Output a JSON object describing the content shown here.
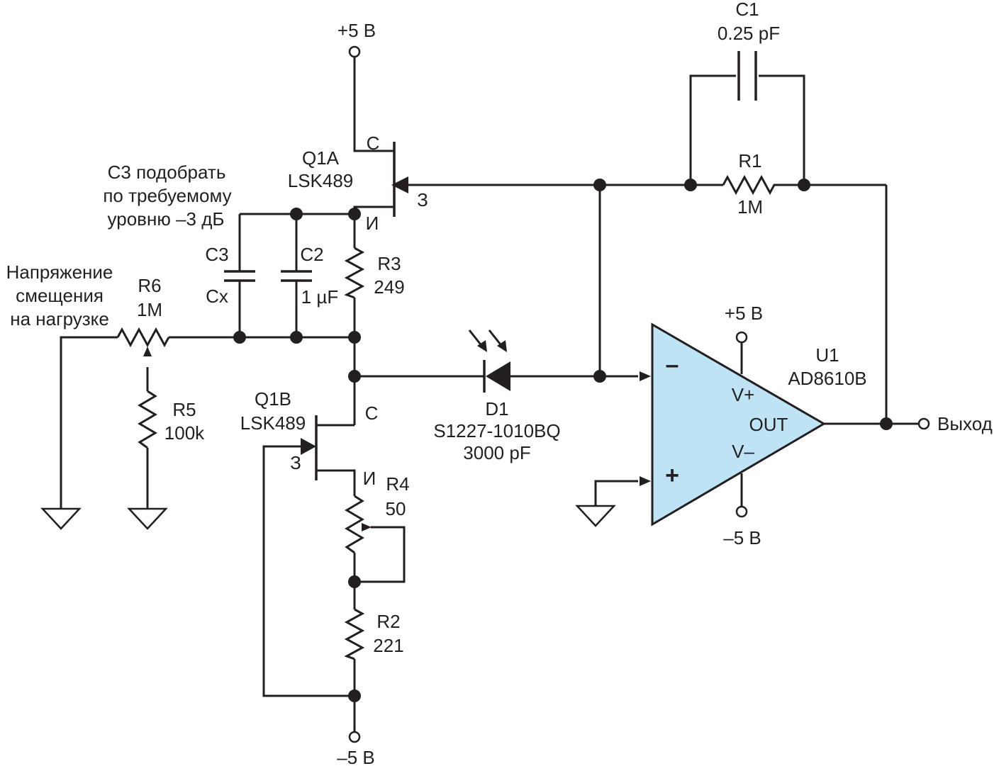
{
  "power": {
    "q1a_supply": "+5 В",
    "q1b_supply": "–5 В",
    "opamp_vpos": "+5 В",
    "opamp_vneg": "–5 В"
  },
  "components": {
    "c1": {
      "name": "C1",
      "value": "0.25 pF"
    },
    "r1": {
      "name": "R1",
      "value": "1M"
    },
    "q1a": {
      "name": "Q1A",
      "part": "LSK489",
      "pin_c": "C",
      "pin_g": "З",
      "pin_s": "И"
    },
    "q1b": {
      "name": "Q1B",
      "part": "LSK489",
      "pin_c": "C",
      "pin_g": "З",
      "pin_s": "И"
    },
    "c3": {
      "name": "C3",
      "value": "Cx"
    },
    "c2": {
      "name": "C2",
      "value": "1 µF"
    },
    "r3": {
      "name": "R3",
      "value": "249"
    },
    "r6": {
      "name": "R6",
      "value": "1M"
    },
    "r5": {
      "name": "R5",
      "value": "100k"
    },
    "r4": {
      "name": "R4",
      "value": "50"
    },
    "r2": {
      "name": "R2",
      "value": "221"
    },
    "d1": {
      "name": "D1",
      "part": "S1227-1010BQ",
      "capacitance": "3000 pF"
    },
    "u1": {
      "name": "U1",
      "part": "AD8610B",
      "pin_vpos": "V+",
      "pin_out": "OUT",
      "pin_vneg": "V–",
      "inv": "–",
      "noninv": "+"
    }
  },
  "notes": {
    "c3_line1": "С3 подобрать",
    "c3_line2": "по требуемому",
    "c3_line3": "уровню –3 дБ",
    "bias_line1": "Напряжение",
    "bias_line2": "смещения",
    "bias_line3": "на нагрузке"
  },
  "output_label": "Выход"
}
